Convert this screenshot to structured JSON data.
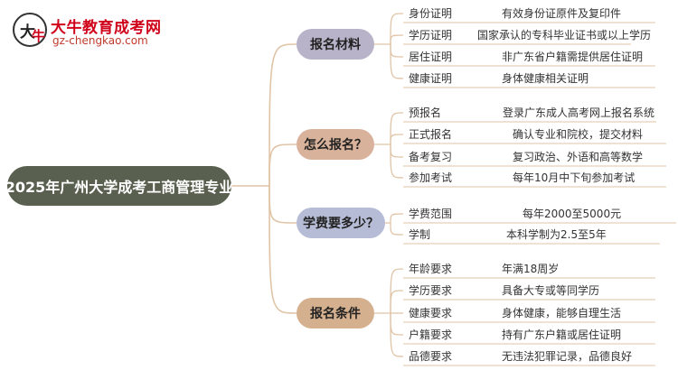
{
  "brand": {
    "name": "大牛教育成考网",
    "url": "gz-chengkao.com",
    "logo_char_1": "大",
    "logo_char_2": "牛"
  },
  "root": {
    "title": "2025年广州大学成考工商管理专业"
  },
  "colors": {
    "root_bg": "#59604f",
    "branch_line": "#e0c4a6",
    "categories": [
      "#b9b3c9",
      "#d8b29a",
      "#b7bcd6",
      "#d5b08f"
    ]
  },
  "categories": [
    {
      "label": "报名材料",
      "items": [
        {
          "key": "身份证明",
          "value": "有效身份证原件及复印件"
        },
        {
          "key": "学历证明",
          "value": "国家承认的专科毕业证书或以上学历"
        },
        {
          "key": "居住证明",
          "value": "非广东省户籍需提供居住证明"
        },
        {
          "key": "健康证明",
          "value": "身体健康相关证明"
        }
      ]
    },
    {
      "label": "怎么报名？",
      "items": [
        {
          "key": "预报名",
          "value": "登录广东成人高考网上报名系统"
        },
        {
          "key": "正式报名",
          "value": "确认专业和院校，提交材料"
        },
        {
          "key": "备考复习",
          "value": "复习政治、外语和高等数学"
        },
        {
          "key": "参加考试",
          "value": "每年10月中下旬参加考试"
        }
      ]
    },
    {
      "label": "学费要多少？",
      "items": [
        {
          "key": "学费范围",
          "value": "每年2000至5000元"
        },
        {
          "key": "学制",
          "value": "本科学制为2.5至5年"
        }
      ]
    },
    {
      "label": "报名条件",
      "items": [
        {
          "key": "年龄要求",
          "value": "年满18周岁"
        },
        {
          "key": "学历要求",
          "value": "具备大专或等同学历"
        },
        {
          "key": "健康要求",
          "value": "身体健康，能够自理生活"
        },
        {
          "key": "户籍要求",
          "value": "持有广东户籍或居住证明"
        },
        {
          "key": "品德要求",
          "value": "无违法犯罪记录，品德良好"
        }
      ]
    }
  ]
}
